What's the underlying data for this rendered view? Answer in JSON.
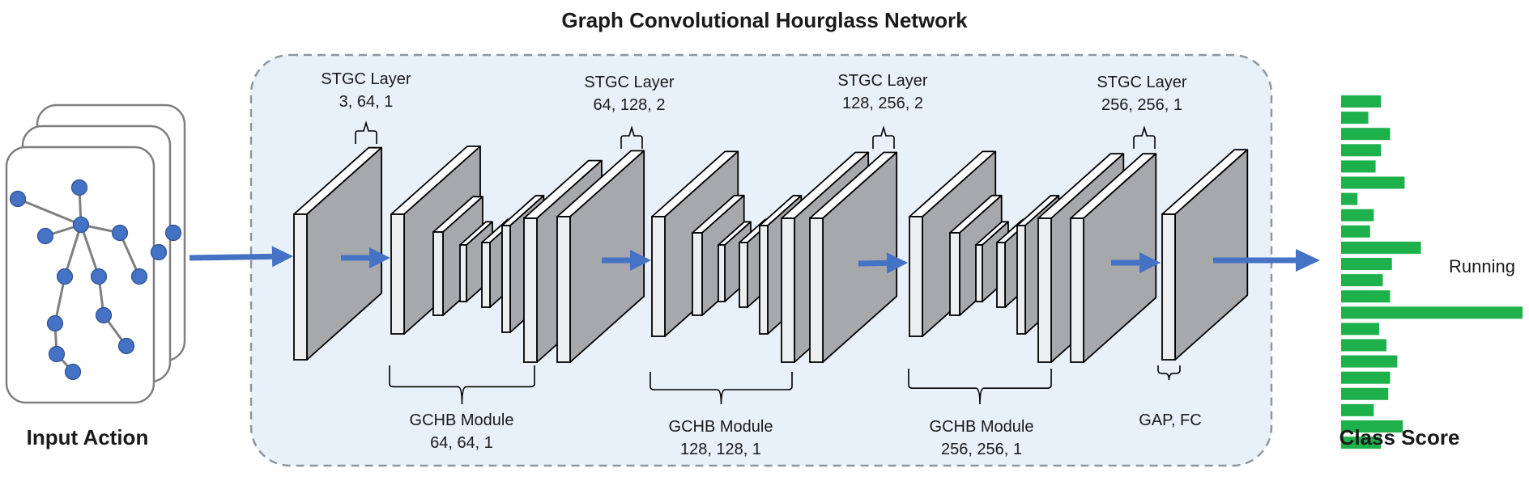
{
  "title": "Graph Convolutional Hourglass Network",
  "input_label": "Input Action",
  "output_label": "Class Score",
  "top_class_label": "Running",
  "stgc_layers": [
    {
      "name": "STGC Layer",
      "params": "3, 64, 1"
    },
    {
      "name": "STGC Layer",
      "params": "64, 128, 2"
    },
    {
      "name": "STGC Layer",
      "params": "128, 256, 2"
    },
    {
      "name": "STGC Layer",
      "params": "256, 256, 1"
    }
  ],
  "gchb_modules": [
    {
      "name": "GCHB Module",
      "params": "64, 64, 1"
    },
    {
      "name": "GCHB Module",
      "params": "128, 128, 1"
    },
    {
      "name": "GCHB Module",
      "params": "256, 256, 1"
    }
  ],
  "head_label": "GAP, FC",
  "class_scores": [
    0.22,
    0.15,
    0.27,
    0.22,
    0.19,
    0.35,
    0.09,
    0.18,
    0.16,
    0.44,
    0.28,
    0.23,
    0.27,
    1.0,
    0.21,
    0.25,
    0.31,
    0.27,
    0.26,
    0.18,
    0.34,
    0.22
  ],
  "colors": {
    "panel_fill": "#e8f0f9",
    "panel_border": "#8f969d",
    "block_front": "#a6a8ab",
    "block_side": "#eceeef",
    "block_top": "#ffffff",
    "arrow": "#4472c4",
    "joint": "#4472c4",
    "bone": "#7f7f7f",
    "bar": "#1eb04b"
  }
}
